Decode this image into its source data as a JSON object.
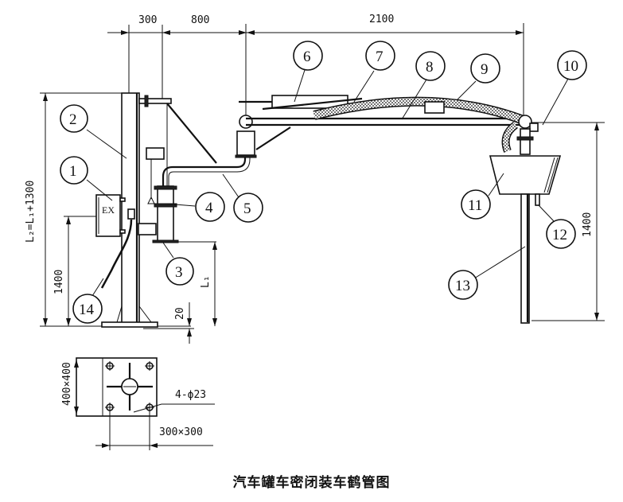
{
  "title": "汽车罐车密闭装车鹤管图",
  "dimensions": {
    "top": [
      "300",
      "800",
      "2100"
    ],
    "left_height": "L₂=L₁+1300",
    "left_inner": "1400",
    "base_offset": "20",
    "l1": "L₁",
    "right_height": "1400",
    "plate_size": "400×400",
    "bolt_spacing": "300×300",
    "bolt_holes": "4-ϕ23"
  },
  "explosion_proof_mark": "EX",
  "balloons": [
    {
      "id": "1",
      "label": "1"
    },
    {
      "id": "2",
      "label": "2"
    },
    {
      "id": "3",
      "label": "3"
    },
    {
      "id": "4",
      "label": "4"
    },
    {
      "id": "5",
      "label": "5"
    },
    {
      "id": "6",
      "label": "6"
    },
    {
      "id": "7",
      "label": "7"
    },
    {
      "id": "8",
      "label": "8"
    },
    {
      "id": "9",
      "label": "9"
    },
    {
      "id": "10",
      "label": "10"
    },
    {
      "id": "11",
      "label": "11"
    },
    {
      "id": "12",
      "label": "12"
    },
    {
      "id": "13",
      "label": "13"
    },
    {
      "id": "14",
      "label": "14"
    }
  ]
}
